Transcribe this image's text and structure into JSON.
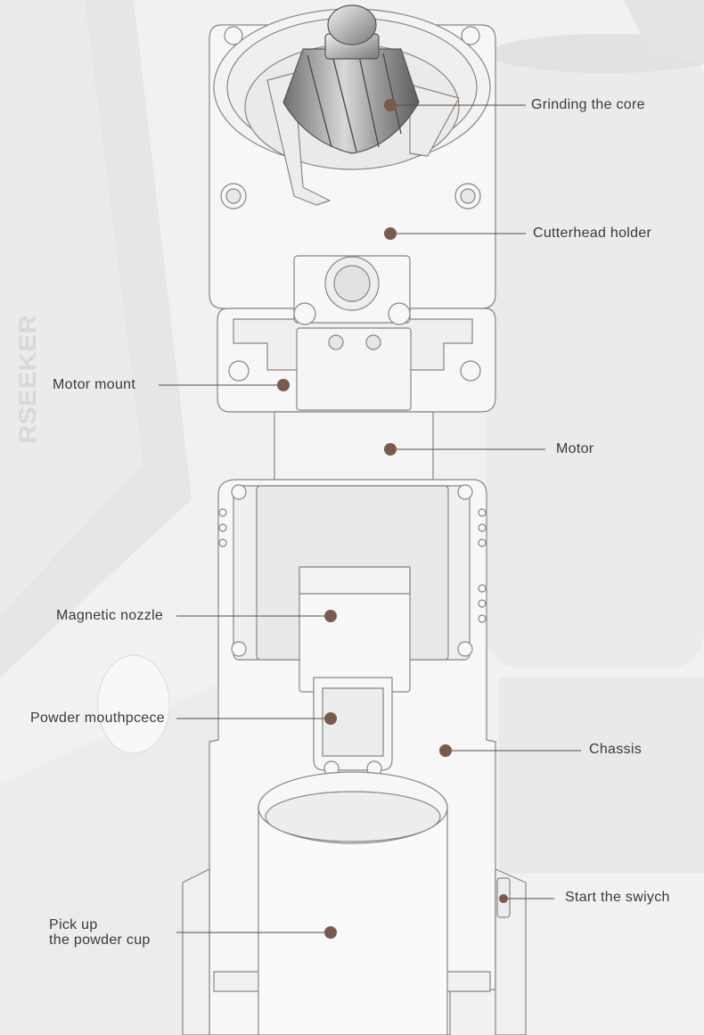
{
  "colors": {
    "background": "#f2f2f2",
    "outline": "#8a8580",
    "callout_dot": "#7a5a4d",
    "callout_line": "#5a4a44",
    "label_text": "#3a3a3a"
  },
  "diagram": {
    "brand_watermark": "RSEEKER",
    "callouts": [
      {
        "id": "grinding-core",
        "text": "Grinding the core"
      },
      {
        "id": "cutterhead-holder",
        "text": "Cutterhead holder"
      },
      {
        "id": "motor-mount",
        "text": "Motor mount"
      },
      {
        "id": "motor",
        "text": "Motor"
      },
      {
        "id": "magnetic-nozzle",
        "text": "Magnetic nozzle"
      },
      {
        "id": "powder-mouthpiece",
        "text": "Powder mouthpcece"
      },
      {
        "id": "chassis",
        "text": "Chassis"
      },
      {
        "id": "start-switch",
        "text": "Start the swiych"
      },
      {
        "id": "powder-cup",
        "text": "Pick up\nthe powder cup"
      }
    ]
  }
}
